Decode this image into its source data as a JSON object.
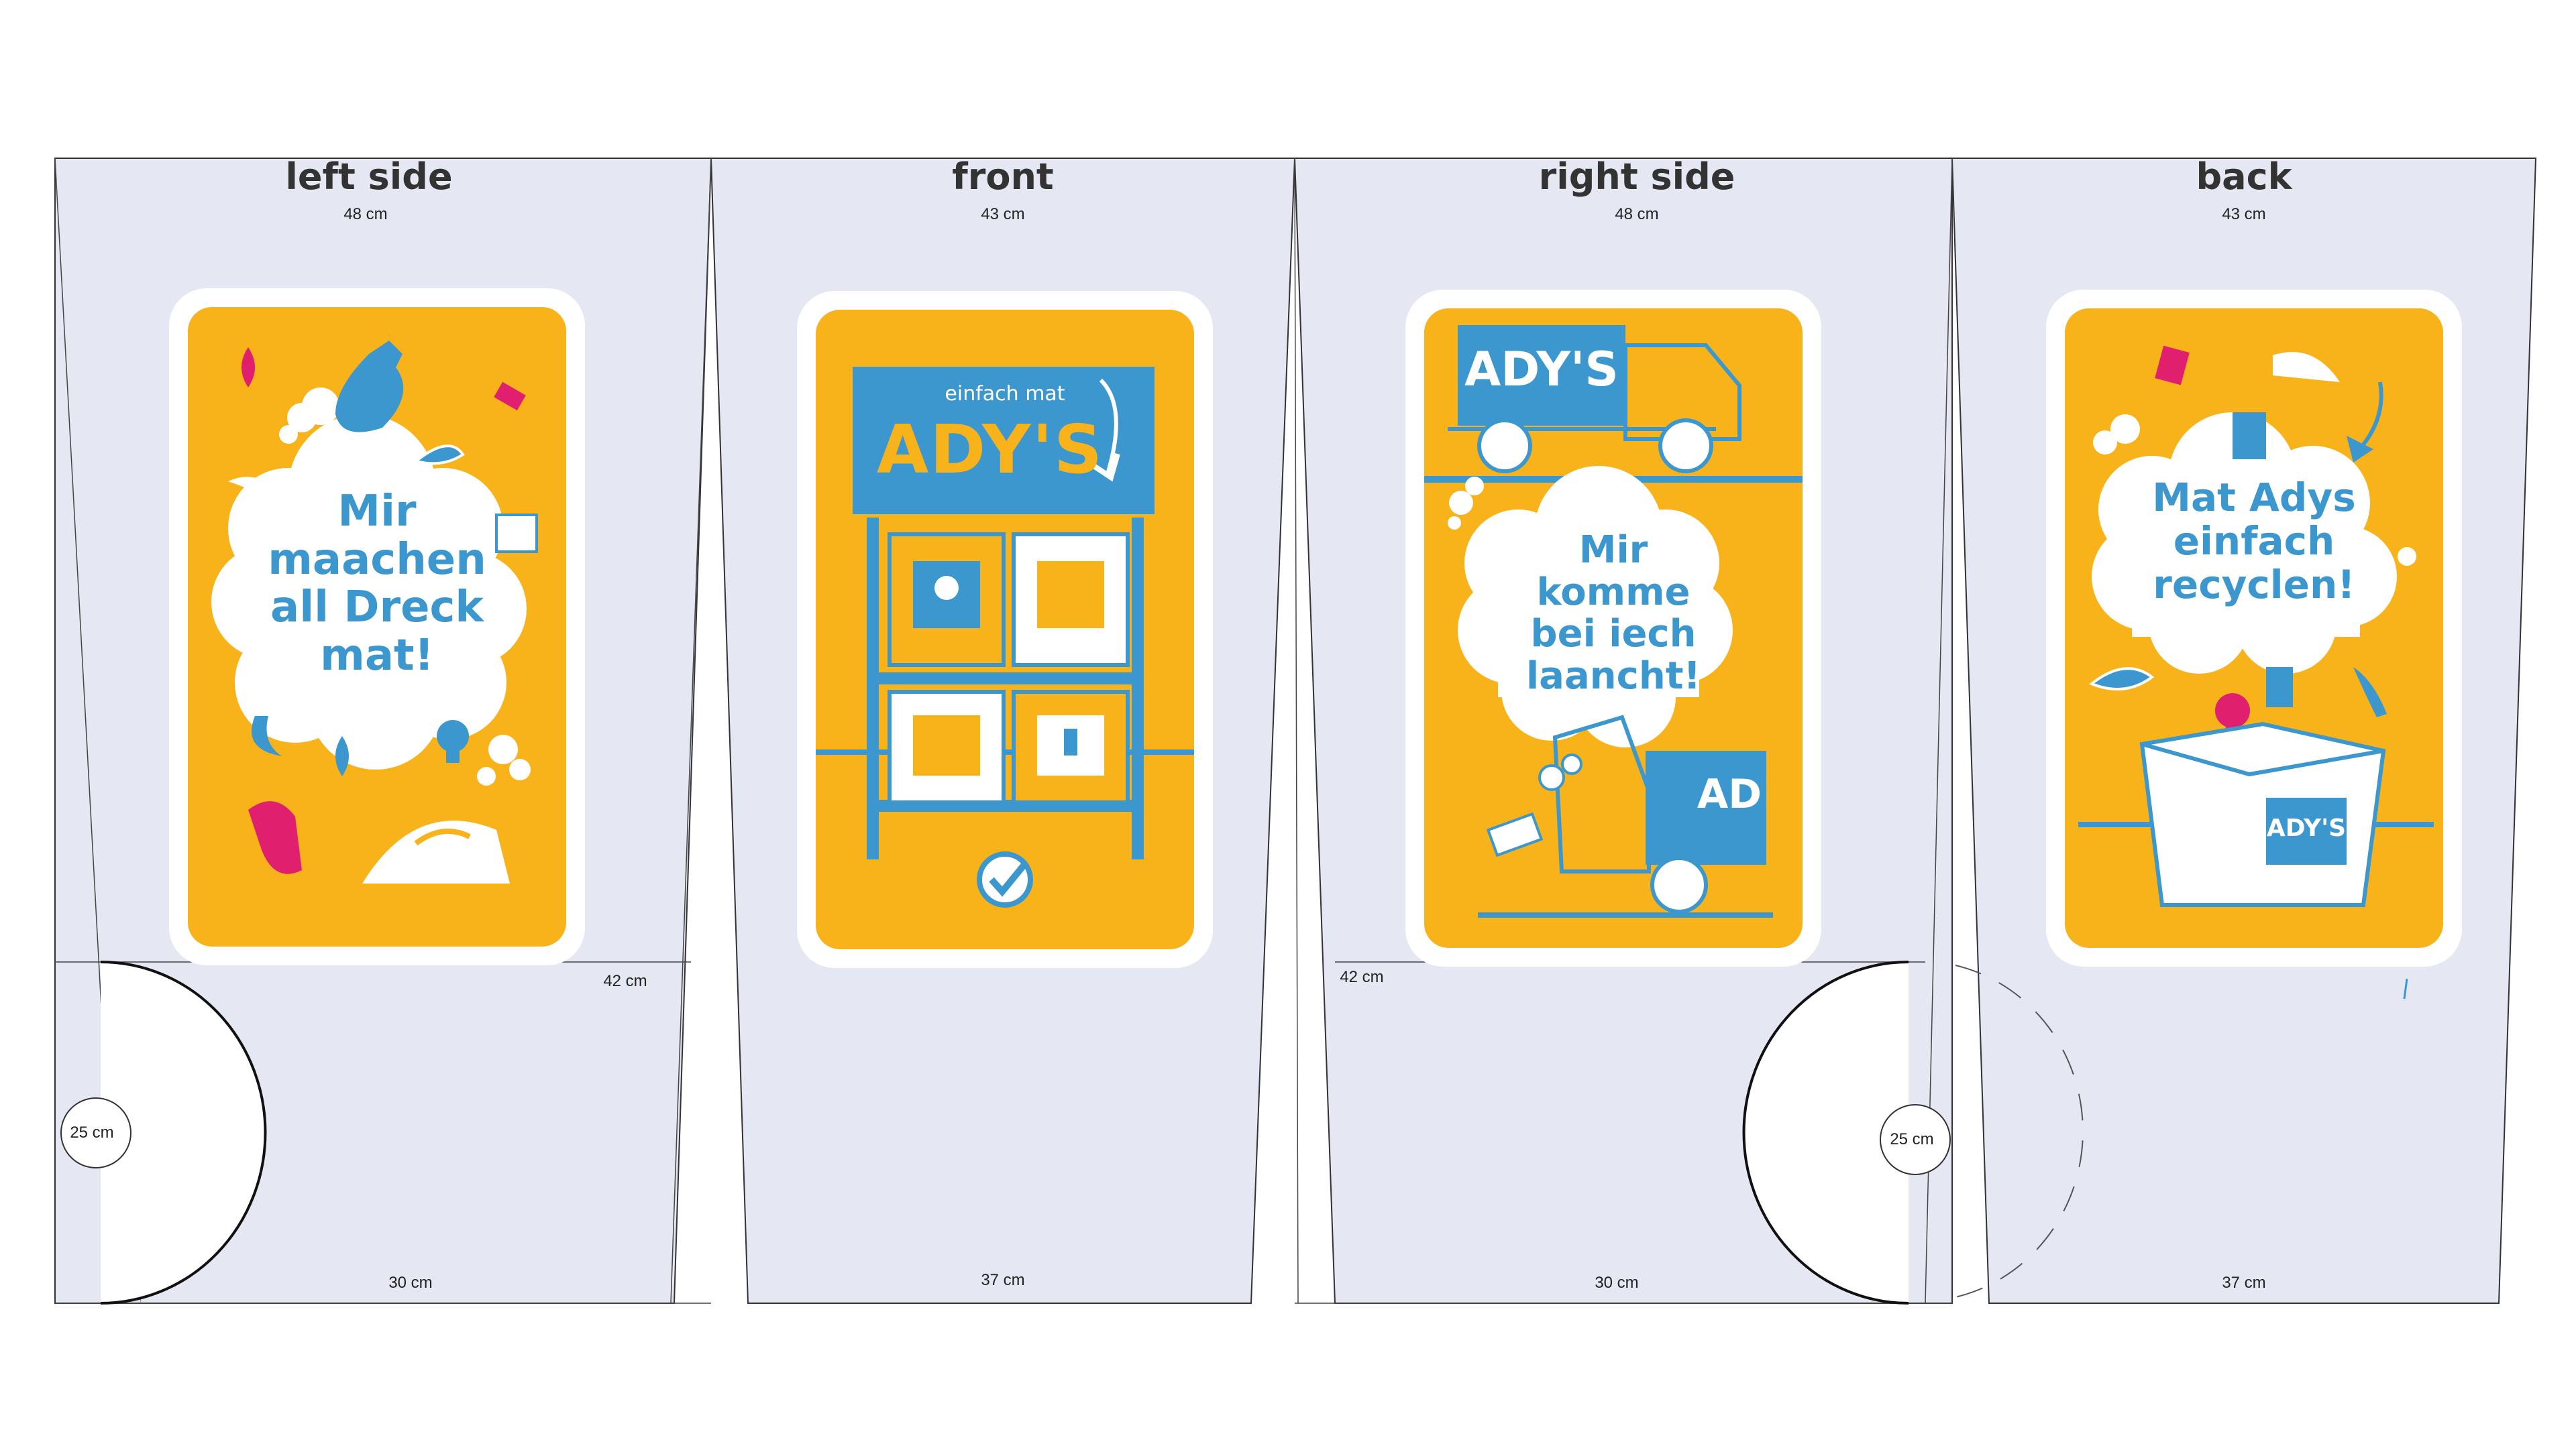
{
  "panels": [
    {
      "title": "left side",
      "top_width": "48 cm",
      "bottom_width": "30 cm",
      "height": "42 cm",
      "circle": "25 cm",
      "slogan": [
        "Mir",
        "maachen",
        "all Dreck",
        "mat!"
      ]
    },
    {
      "title": "front",
      "top_width": "43 cm",
      "bottom_width": "37 cm",
      "sign_small": "einfach mat",
      "sign_brand": "ADY'S"
    },
    {
      "title": "right side",
      "top_width": "48 cm",
      "bottom_width": "30 cm",
      "height": "42 cm",
      "circle": "25 cm",
      "slogan": [
        "Mir",
        "komme",
        "bei iech",
        "laancht!"
      ],
      "truck_brand": "ADY'S",
      "truck2_brand": "AD"
    },
    {
      "title": "back",
      "top_width": "43 cm",
      "bottom_width": "37 cm",
      "slogan": [
        "Mat Adys",
        "einfach",
        "recyclen!"
      ],
      "box_brand": "ADY'S"
    }
  ],
  "colors": {
    "panel_fill": "#e5e7f2",
    "card_bg": "#f8b31b",
    "accent_blue": "#3d97cf",
    "accent_pink": "#e01f6f",
    "slogan_blue": "#3d97cf"
  }
}
